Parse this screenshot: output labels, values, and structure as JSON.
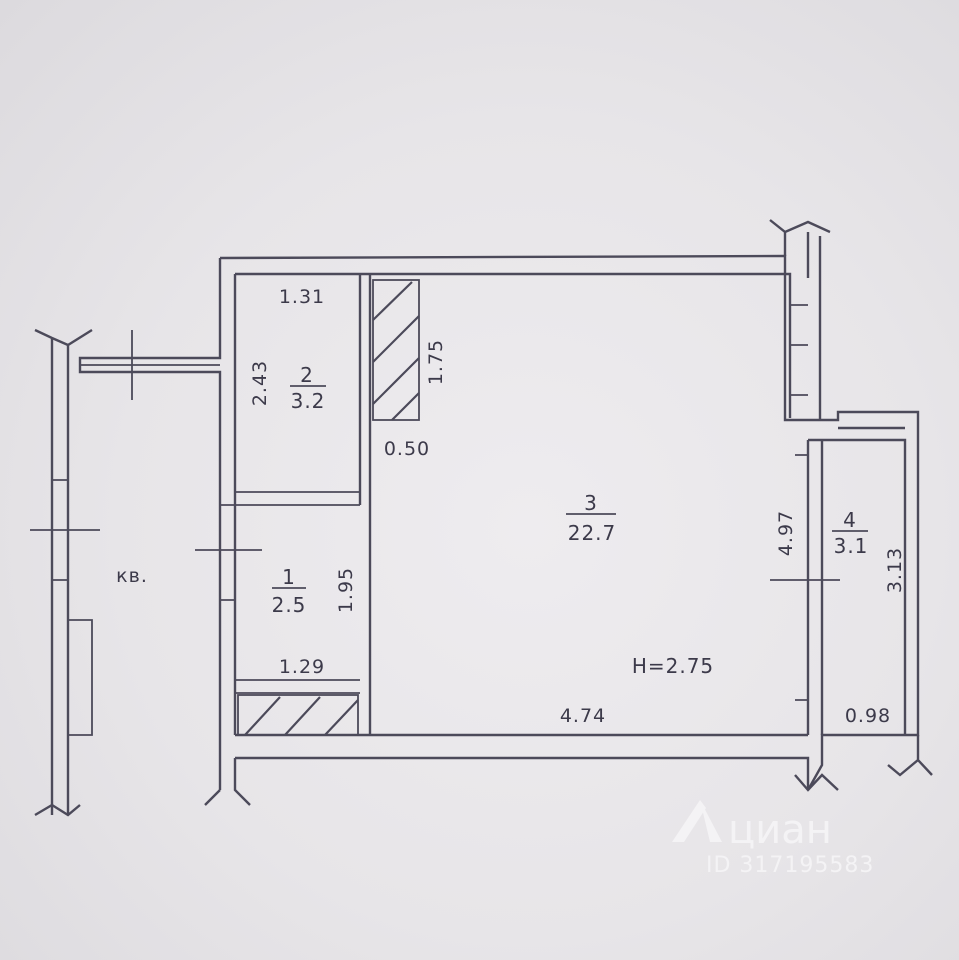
{
  "rooms": [
    {
      "number": "1",
      "area": "2.5"
    },
    {
      "number": "2",
      "area": "3.2"
    },
    {
      "number": "3",
      "area": "22.7"
    },
    {
      "number": "4",
      "area": "3.1"
    }
  ],
  "dimensions": {
    "r2_width": "1.31",
    "r2_length": "2.43",
    "shaft_height": "1.75",
    "shaft_width": "0.50",
    "r1_length": "1.95",
    "r1_width": "1.29",
    "r3_length": "4.97",
    "r3_width": "4.74",
    "r4_length": "3.13",
    "r4_width": "0.98"
  },
  "ceiling_height": "H=2.75",
  "neighbor_label": "кв.",
  "watermark": {
    "brand": "циан",
    "id_text": "ID 317195583"
  },
  "colors": {
    "line": "#4c4a5a",
    "paper": "#e6e4e7"
  }
}
